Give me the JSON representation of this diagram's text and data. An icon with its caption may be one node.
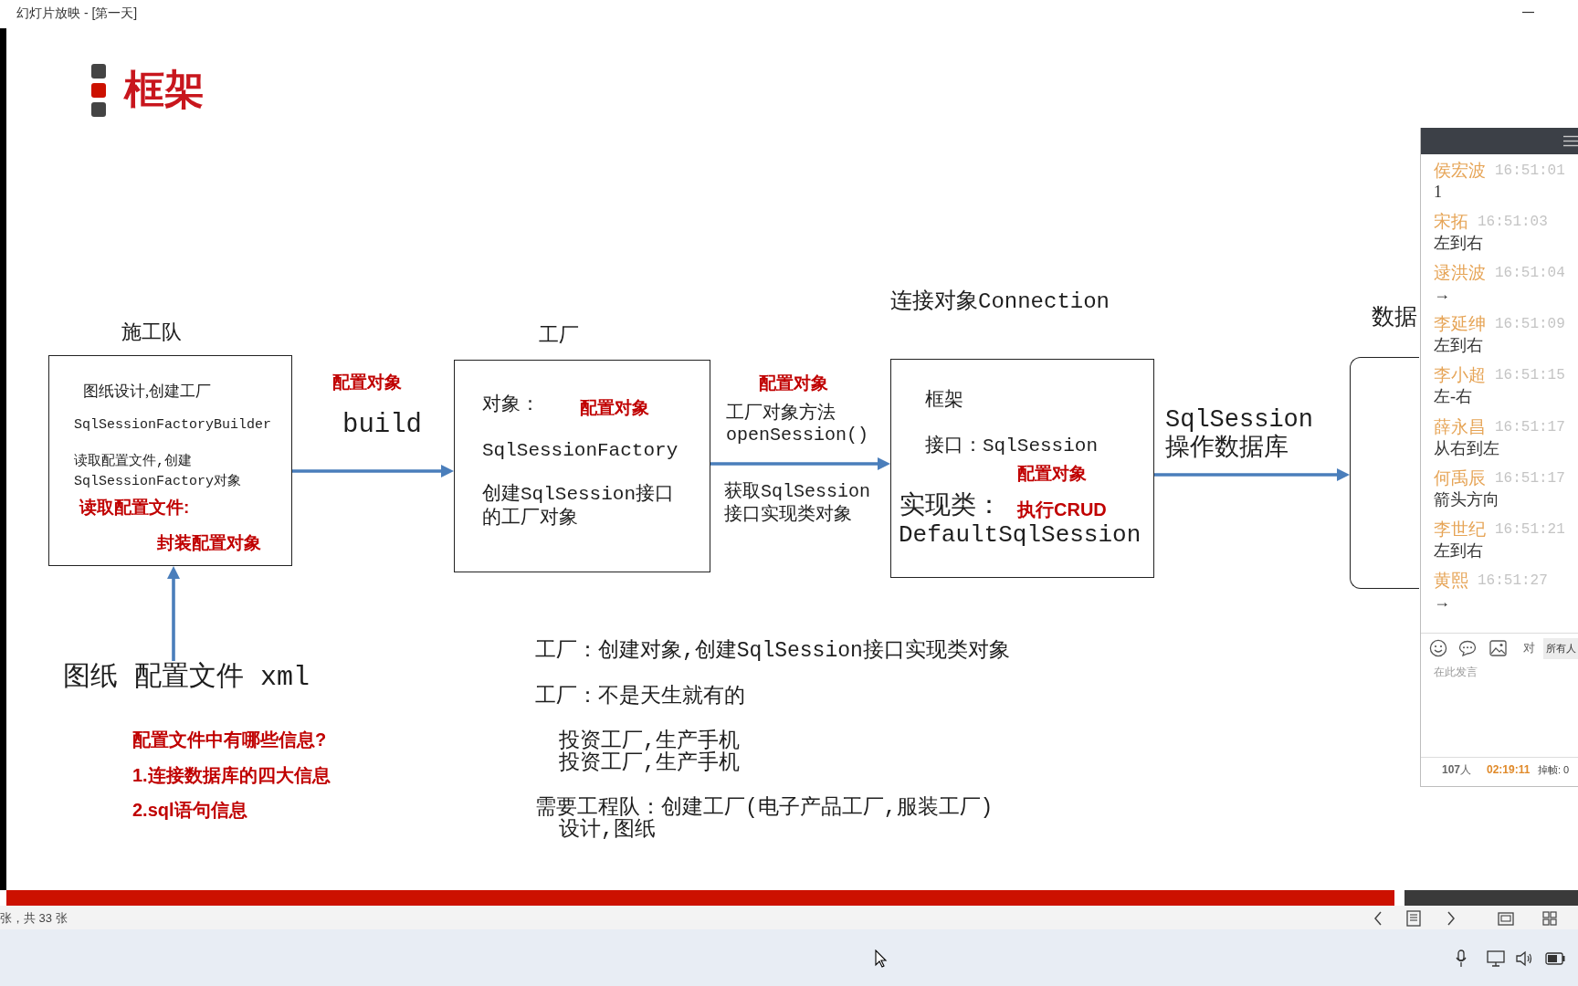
{
  "diagram": {
    "title": "框架",
    "nodes": [
      {
        "text": [
          "施工队",
          "图纸设计,创建工厂",
          "SqlSessionFactoryBuilder",
          "读取配置文件,创建SqlSessionFactory对象",
          "读取配置文件:",
          "封装配置对象"
        ]
      },
      {
        "text": [
          "工厂",
          "对象：",
          "配置对象",
          "SqlSessionFactory",
          "创建SqlSession接口的工厂对象"
        ]
      },
      {
        "text": [
          "连接对象Connection",
          "框架",
          "接口：SqlSession",
          "配置对象",
          "实现类：",
          "执行CRUD",
          "DefaultSqlSession"
        ]
      },
      {
        "text": [
          "数据"
        ]
      },
      {
        "text": [
          "图纸 配置文件 xml"
        ]
      }
    ],
    "edges": [
      {
        "from": 0,
        "to": 1,
        "arrow": "to",
        "label": "build"
      },
      {
        "from": 1,
        "to": 2,
        "arrow": "to",
        "label": "工厂对象方法openSession()"
      },
      {
        "from": 2,
        "to": 3,
        "arrow": "to",
        "label": "SqlSession操作数据库"
      },
      {
        "from": 4,
        "to": 0,
        "arrow": "to"
      }
    ],
    "labels": [
      "幻灯片放映 - [第一天]",
      "配置对象",
      "配置对象",
      "获取SqlSession接口实现类对象",
      "配置文件中有哪些信息?",
      "1.连接数据库的四大信息",
      "2.sql语句信息",
      "工厂：创建对象,创建SqlSession接口实现类对象",
      "工厂：不是天生就有的",
      "投资工厂,生产手机",
      "投资工厂,生产手机",
      "需要工程队：创建工厂(电子产品工厂,服装工厂)",
      "设计,图纸",
      "侯宏波",
      "16:51:01",
      "1",
      "宋拓",
      "16:51:03",
      "左到右",
      "逯洪波",
      "16:51:04",
      "→",
      "李延绅",
      "16:51:09",
      "左到右",
      "李小超",
      "16:51:15",
      "左-右",
      "薛永昌",
      "16:51:17",
      "从右到左",
      "何禹辰",
      "16:51:17",
      "箭头方向",
      "李世纪",
      "16:51:21",
      "左到右",
      "黄熙",
      "16:51:27",
      "→",
      "对",
      "所有人",
      "在此发言",
      "**107**人",
      "02:19:11",
      "掉帧: 0",
      "张，共 33 张"
    ]
  }
}
